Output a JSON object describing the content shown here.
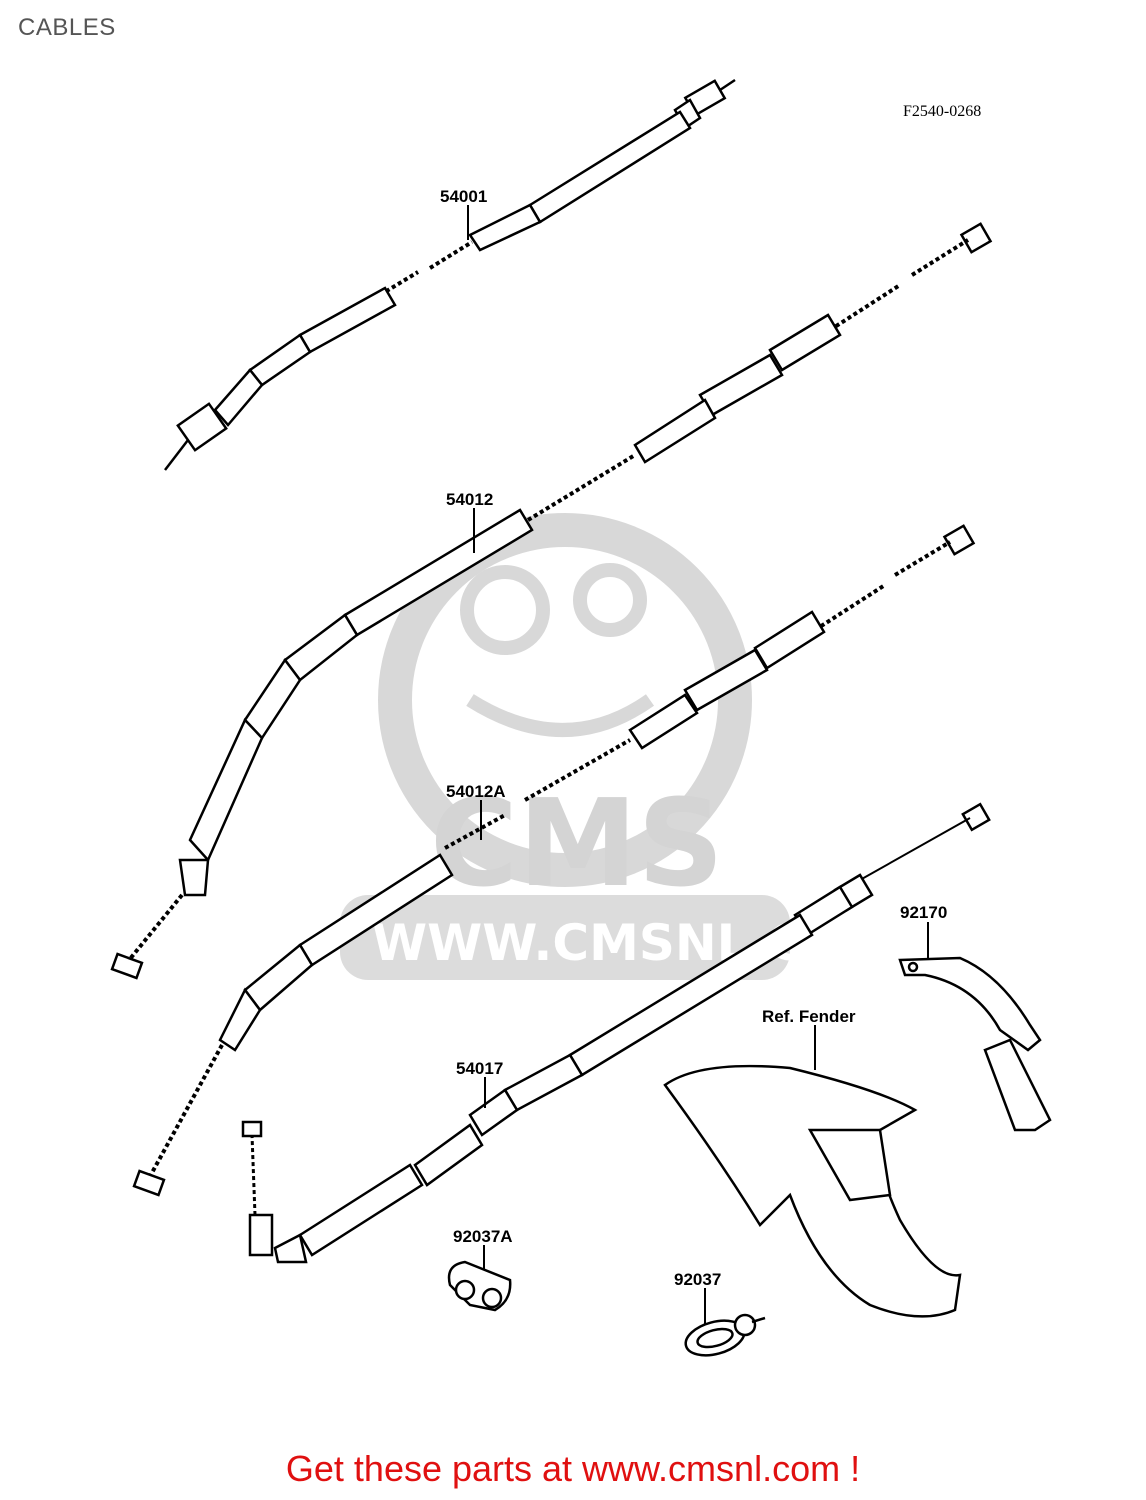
{
  "page": {
    "title": "CABLES",
    "diagram_code": "F2540-0268",
    "footer": "Get these parts at www.cmsnl.com !"
  },
  "watermark": {
    "logo_text": "CMS",
    "url_text": "WWW.CMSNL.COM",
    "color": "#cfcfcf"
  },
  "parts": [
    {
      "id": "54001",
      "label": "54001"
    },
    {
      "id": "54012",
      "label": "54012"
    },
    {
      "id": "54012A",
      "label": "54012A"
    },
    {
      "id": "54017",
      "label": "54017"
    },
    {
      "id": "92170",
      "label": "92170"
    },
    {
      "id": "ref-fender",
      "label": "Ref. Fender"
    },
    {
      "id": "92037A",
      "label": "92037A"
    },
    {
      "id": "92037",
      "label": "92037"
    }
  ],
  "colors": {
    "ink": "#000000",
    "footer": "#e01010",
    "title": "#555555"
  }
}
